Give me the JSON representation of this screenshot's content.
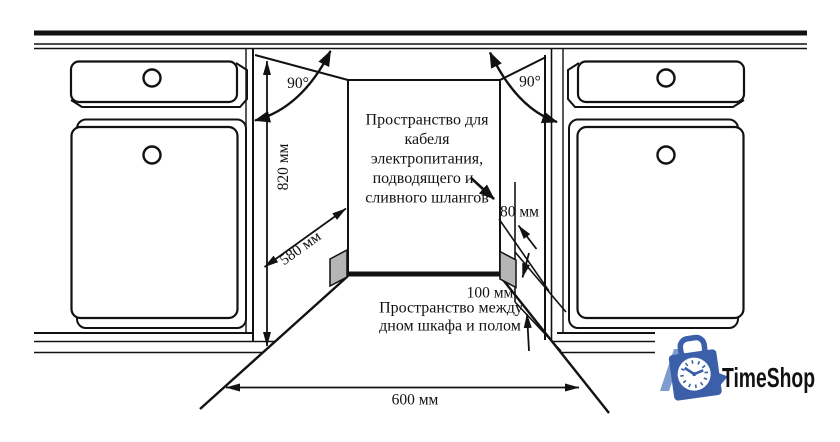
{
  "diagram_title": "Built-in appliance niche installation diagram",
  "dimensions": {
    "opening_height": "820 мм",
    "opening_depth": "580 мм",
    "opening_width": "600 мм",
    "rear_clearance": "80 мм",
    "floor_clearance": "100 мм",
    "door_angle_left": "90°",
    "door_angle_right": "90°"
  },
  "annotations": {
    "cable_space": [
      "Пространство для",
      "кабеля",
      "электропитания,",
      "подводящего и",
      "сливного шлангов"
    ],
    "floor_space": [
      "Пространство между",
      "дном шкафа и полом"
    ]
  },
  "logo": {
    "text": "TimeShop",
    "text_color": "#4a7ec5",
    "bag_color": "#3b5fa8",
    "stripe_color": "#7e9ccd"
  },
  "colors": {
    "line": "#121212",
    "shade": "#b5b5b5",
    "background": "#ffffff"
  }
}
